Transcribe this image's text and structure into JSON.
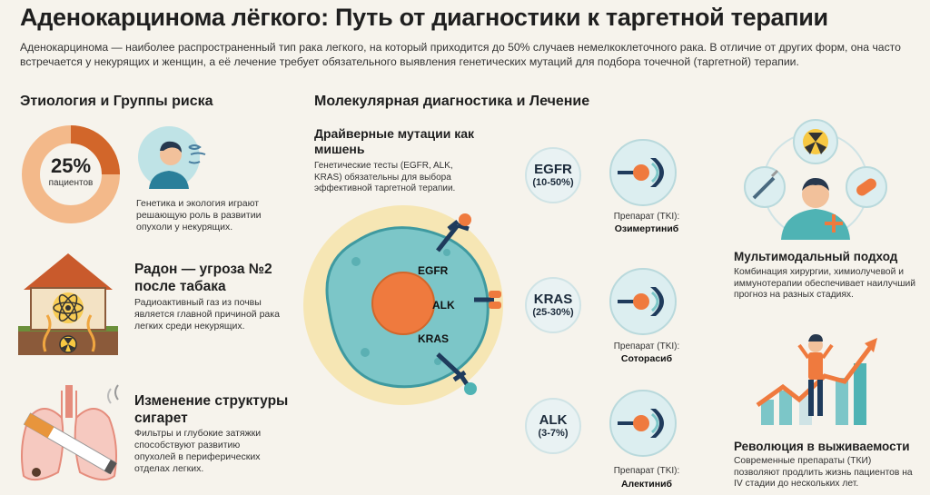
{
  "header": {
    "title": "Аденокарцинома лёгкого: Путь от диагностики к таргетной терапии",
    "intro": "Аденокарцинома — наиболее распространенный тип рака легкого, на который приходится до 50% случаев немелкоклеточного рака. В отличие от других форм, она часто встречается у некурящих и женщин, а её лечение требует обязательного выявления генетических мутаций для подбора точечной (таргетной) терапии."
  },
  "left": {
    "heading": "Этиология и Группы риска",
    "donut": {
      "value": "25%",
      "label": "пациентов",
      "fraction": 0.25
    },
    "genetics_text": "Генетика и экология играют решающую роль в развитии опухоли у некурящих.",
    "radon": {
      "title": "Радон — угроза №2 после табака",
      "text": "Радиоактивный газ из почвы является главной причиной рака легких среди некурящих."
    },
    "cigarettes": {
      "title": "Изменение структуры сигарет",
      "text": "Фильтры и глубокие затяжки способствуют развитию опухолей в периферических отделах легких."
    }
  },
  "middle": {
    "heading": "Молекулярная диагностика и Лечение",
    "drivers": {
      "title": "Драйверные мутации как мишень",
      "text": "Генетические тесты (EGFR, ALK, KRAS) обязательны для выбора эффективной таргетной терапии."
    },
    "cell_labels": [
      "EGFR",
      "ALK",
      "KRAS"
    ],
    "mutations": [
      {
        "name": "EGFR",
        "pct": "(10-50%)",
        "drug_label": "Препарат (TKI):",
        "drug": "Озимертиниб"
      },
      {
        "name": "KRAS",
        "pct": "(25-30%)",
        "drug_label": "Препарат (TKI):",
        "drug": "Соторасиб"
      },
      {
        "name": "ALK",
        "pct": "(3-7%)",
        "drug_label": "Препарат (TKI):",
        "drug": "Алектиниб"
      }
    ]
  },
  "right": {
    "multimodal": {
      "title": "Мультимодальный подход",
      "text": "Комбинация хирургии, химиолучевой и иммунотерапии обеспечивает наилучший прогноз на разных стадиях."
    },
    "survival": {
      "title": "Революция в выживаемости",
      "text": "Современные препараты (ТКИ) позволяют продлить жизнь пациентов на IV стадии до нескольких лет."
    }
  },
  "colors": {
    "orange": "#e5803a",
    "teal": "#4fb3b4",
    "navy": "#1f3b5c",
    "peach": "#f3b98a"
  }
}
